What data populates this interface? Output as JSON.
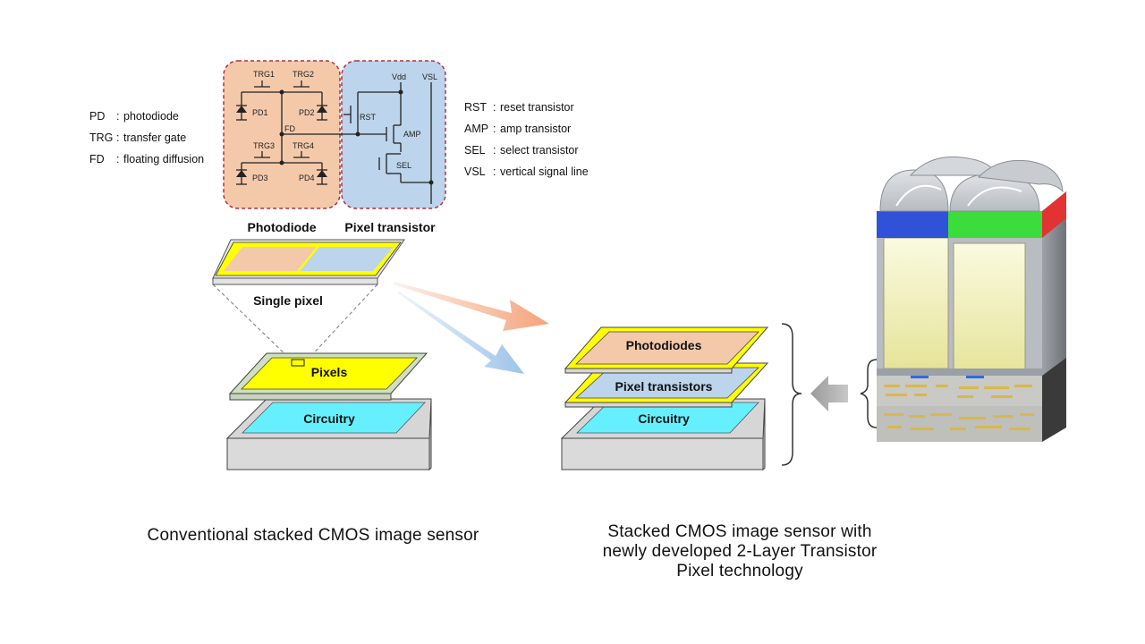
{
  "legend_left": [
    {
      "abbr": "PD",
      "sep": ":",
      "desc": "photodiode"
    },
    {
      "abbr": "TRG",
      "sep": ":",
      "desc": "transfer gate"
    },
    {
      "abbr": "FD",
      "sep": ":",
      "desc": "floating diffusion"
    }
  ],
  "legend_right": [
    {
      "abbr": "RST",
      "sep": ":",
      "desc": "reset transistor"
    },
    {
      "abbr": "AMP",
      "sep": ":",
      "desc": "amp transistor"
    },
    {
      "abbr": "SEL",
      "sep": ":",
      "desc": "select transistor"
    },
    {
      "abbr": "VSL",
      "sep": ":",
      "desc": "vertical signal line"
    }
  ],
  "circuit": {
    "trg1": "TRG1",
    "trg2": "TRG2",
    "trg3": "TRG3",
    "trg4": "TRG4",
    "pd1": "PD1",
    "pd2": "PD2",
    "pd3": "PD3",
    "pd4": "PD4",
    "fd": "FD",
    "rst": "RST",
    "amp": "AMP",
    "sel": "SEL",
    "vdd": "Vdd",
    "vsl": "VSL"
  },
  "section_labels": {
    "photodiode": "Photodiode",
    "pixel_transistor": "Pixel transistor",
    "single_pixel": "Single pixel"
  },
  "conventional": {
    "pixels": "Pixels",
    "circuitry": "Circuitry",
    "caption": "Conventional stacked CMOS image sensor"
  },
  "two_layer": {
    "photodiodes": "Photodiodes",
    "pixel_transistors": "Pixel transistors",
    "circuitry": "Circuitry",
    "caption_lines": [
      "Stacked CMOS image sensor with",
      "newly developed 2-Layer Transistor",
      "Pixel technology"
    ]
  },
  "colors": {
    "photodiode_fill": "#f4c9aa",
    "transistor_fill": "#bcd4ec",
    "pixel_yellow": "#ffff00",
    "circuitry_cyan": "#66f0ff",
    "arrow_orange": "#f4a37a",
    "arrow_blue": "#9cc3e8",
    "dashed_border": "#b03040"
  }
}
